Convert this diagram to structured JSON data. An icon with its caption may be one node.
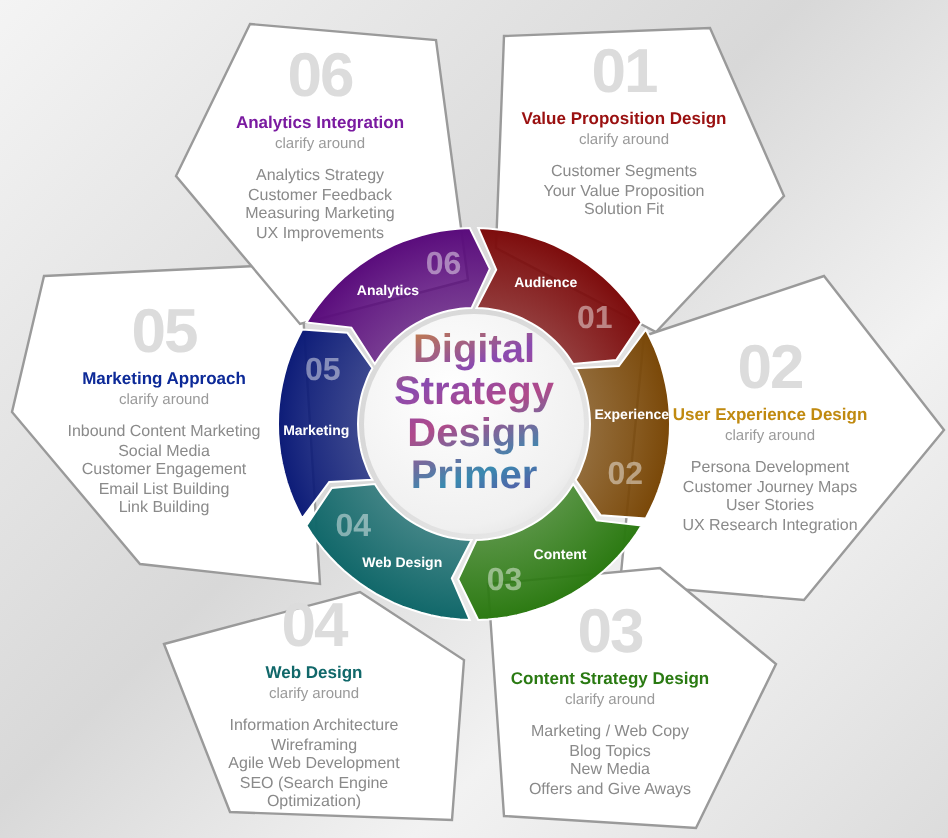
{
  "diagram": {
    "nodes": [
      {
        "text": [
          "Digital Strategy Design Primer"
        ]
      },
      {
        "text": [
          "Audience",
          "01"
        ]
      },
      {
        "text": [
          "Experience",
          "02"
        ]
      },
      {
        "text": [
          "Content",
          "03"
        ]
      },
      {
        "text": [
          "04",
          "Web Design"
        ]
      },
      {
        "text": [
          "05",
          "Marketing"
        ]
      },
      {
        "text": [
          "06",
          "Analytics"
        ]
      },
      {
        "text": [
          "01",
          "Value Proposition Design",
          "clarify around",
          "Customer Segments",
          "Your Value Proposition",
          "Solution Fit"
        ]
      },
      {
        "text": [
          "02",
          "User Experience Design",
          "clarify around",
          "Persona Development",
          "Customer Journey Maps",
          "User Stories",
          "UX Research Integration"
        ]
      },
      {
        "text": [
          "03",
          "Content Strategy Design",
          "clarify around",
          "Marketing / Web Copy",
          "Blog Topics",
          "New Media",
          "Offers and Give Aways"
        ]
      },
      {
        "text": [
          "04",
          "Web Design",
          "clarify around",
          "Information Architecture",
          "Wireframing",
          "Agile Web Development",
          "SEO (Search Engine Optimization)"
        ]
      },
      {
        "text": [
          "05",
          "Marketing Approach",
          "clarify around",
          "Inbound Content Marketing",
          "Social Media",
          "Customer Engagement",
          "Email List Building",
          "Link Building"
        ]
      },
      {
        "text": [
          "06",
          "Analytics Integration",
          "clarify around",
          "Analytics Strategy",
          "Customer Feedback",
          "Measuring Marketing",
          "UX Improvements"
        ]
      }
    ]
  }
}
